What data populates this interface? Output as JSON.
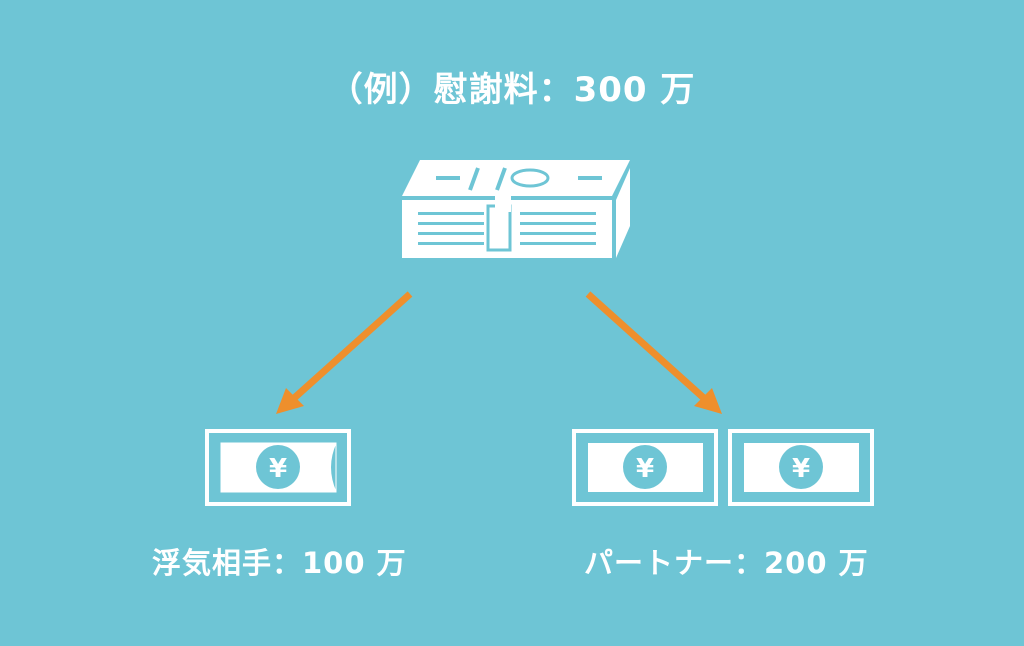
{
  "title": "（例）慰謝料：300 万",
  "left_recipient": {
    "label": "浮気相手：100 万",
    "bill_count": 1
  },
  "right_recipient": {
    "label": "パートナー：200 万",
    "bill_count": 2
  },
  "icons": {
    "money_stack": "money-stack-icon",
    "bill": "yen-bill-icon",
    "arrow": "arrow-down-icon"
  },
  "colors": {
    "background": "#6ec5d5",
    "arrow": "#ee8f2c",
    "icon": "#ffffff"
  }
}
